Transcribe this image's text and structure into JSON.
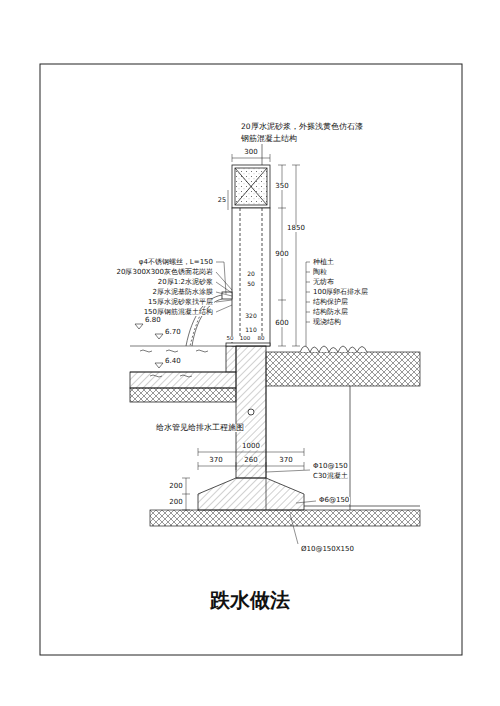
{
  "diagram": {
    "caption": "跌水做法",
    "labels": [
      "20厚水泥砂浆，外搽浅黄色仿石漆",
      "钢筋混凝土结构",
      "300",
      "350",
      "900",
      "1850",
      "600",
      "25",
      "种植土",
      "陶粒",
      "无纺布",
      "100厚卵石排水层",
      "结构保护层",
      "结构防水层",
      "现浇结构",
      "φ4不锈钢螺丝，L=150",
      "20厚300X300灰色锈面花岗岩",
      "20厚1:2水泥砂浆",
      "2厚水泥基防水涂膜",
      "15厚水泥砂浆找平层",
      "150厚钢筋混凝土结构",
      "20",
      "50",
      "320",
      "110",
      "6.80",
      "6.70",
      "6.40",
      "50",
      "100",
      "80",
      "给水管见给排水工程施图",
      "1000",
      "370",
      "260",
      "370",
      "Φ10@150",
      "C30混凝土",
      "200",
      "200",
      "Φ6@150",
      "Ø10@150X150"
    ]
  }
}
